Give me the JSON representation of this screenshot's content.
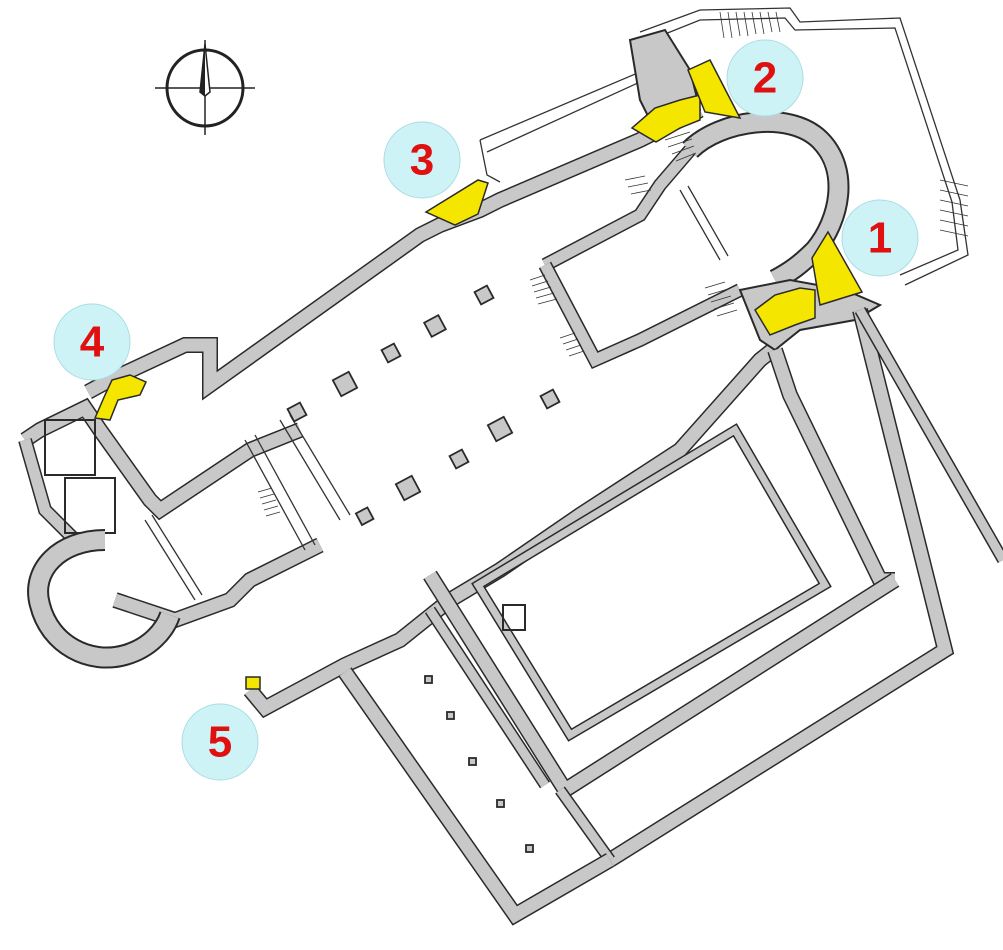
{
  "markers": [
    {
      "id": "1",
      "label": "1"
    },
    {
      "id": "2",
      "label": "2"
    },
    {
      "id": "3",
      "label": "3"
    },
    {
      "id": "4",
      "label": "4"
    },
    {
      "id": "5",
      "label": "5"
    }
  ],
  "colors": {
    "wall": "#c8c8c8",
    "outline": "#2a2a2a",
    "highlight": "#f5e600",
    "marker_fill": "#cdf3f7",
    "marker_text": "#e01010"
  }
}
